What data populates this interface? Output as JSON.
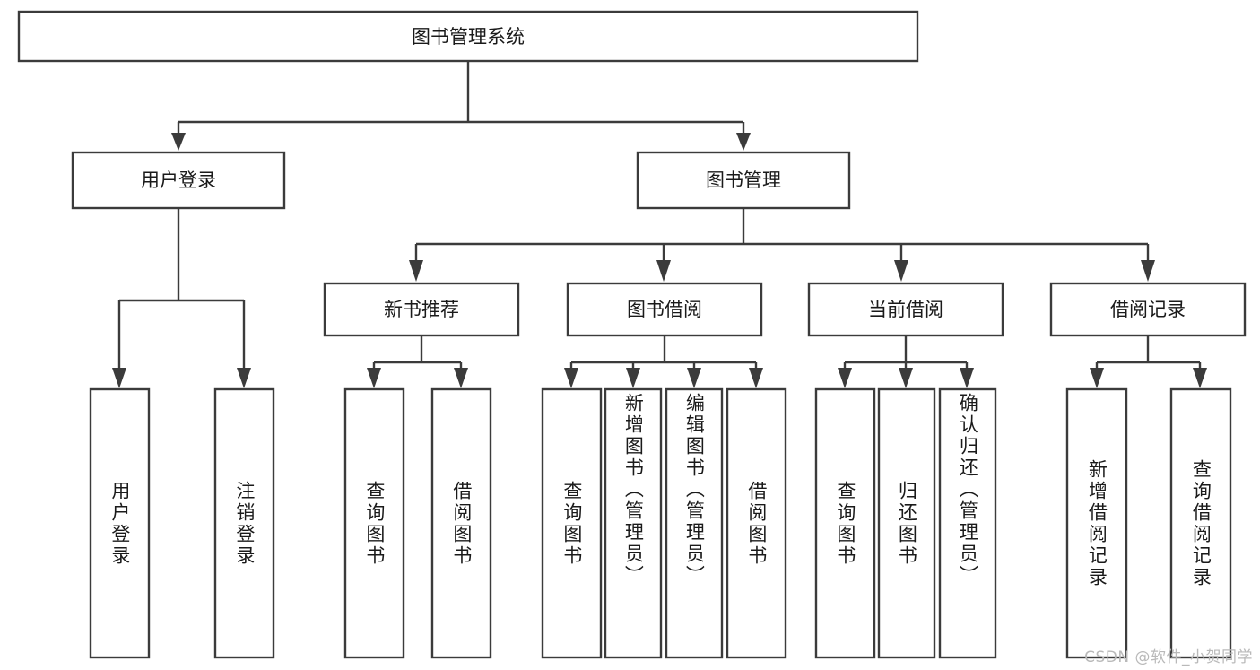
{
  "diagram": {
    "title": "图书管理系统",
    "type": "tree-hierarchy",
    "watermark": "CSDN @软件_小贺同学",
    "colors": {
      "stroke": "#3b3b3b",
      "fill": "#ffffff",
      "text": "#1a1a1a",
      "watermark": "#b9b9b9"
    },
    "root": {
      "label": "图书管理系统"
    },
    "level2": [
      {
        "label": "用户登录"
      },
      {
        "label": "图书管理"
      }
    ],
    "level3": [
      {
        "label": "新书推荐"
      },
      {
        "label": "图书借阅"
      },
      {
        "label": "当前借阅"
      },
      {
        "label": "借阅记录"
      }
    ],
    "leaves": {
      "user_login": [
        {
          "label": "用户登录"
        },
        {
          "label": "注销登录"
        }
      ],
      "new_book_recommend": [
        {
          "label": "查询图书"
        },
        {
          "label": "借阅图书"
        }
      ],
      "book_borrow": [
        {
          "label": "查询图书"
        },
        {
          "label": "新增图书（管理员）"
        },
        {
          "label": "编辑图书（管理员）"
        },
        {
          "label": "借阅图书"
        }
      ],
      "current_borrow": [
        {
          "label": "查询图书"
        },
        {
          "label": "归还图书"
        },
        {
          "label": "确认归还（管理员）"
        }
      ],
      "borrow_records": [
        {
          "label": "新增借阅记录"
        },
        {
          "label": "查询借阅记录"
        }
      ]
    }
  }
}
